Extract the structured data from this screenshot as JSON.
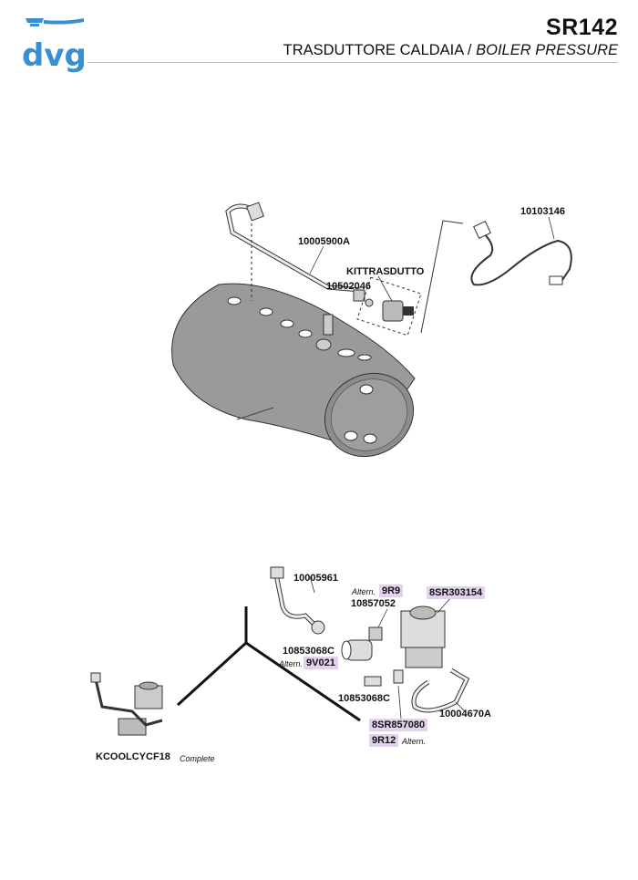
{
  "header": {
    "logo_text": "dvg",
    "code": "SR142",
    "title_it": "TRASDUTTORE CALDAIA / ",
    "title_en": "BOILER PRESSURE"
  },
  "colors": {
    "logo_blue": "#3a8fd0",
    "highlight": "#e2d2ee",
    "boiler": "#9a9a9a"
  },
  "boiler_section": {
    "labels": {
      "pipe": "10005900A",
      "kit": "KITTRASDUTTO",
      "fitting": "10502046",
      "cable": "10103146"
    }
  },
  "cooling_section": {
    "labels": {
      "pipe_top": "10005961",
      "altern_a": "Altern.",
      "code_9r9": "9R9",
      "fitting_a": "10857052",
      "valve": "8SR303154",
      "nut_a": "10853068C",
      "altern_b": "Altern.",
      "code_9v021": "9V021",
      "nut_b": "10853068C",
      "pipe_right": "10004670A",
      "code_8sr857080": "8SR857080",
      "code_9r12": "9R12",
      "altern_c": "Altern.",
      "kit_code": "KCOOLCYCF18",
      "kit_note": "Complete"
    }
  }
}
